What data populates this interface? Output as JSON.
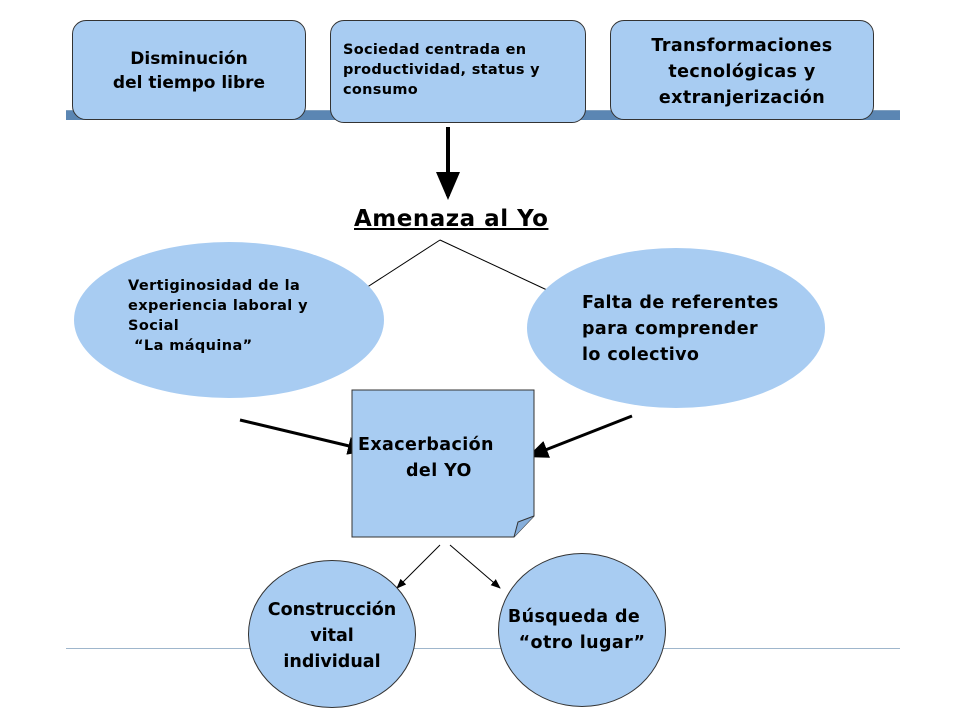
{
  "top_boxes": [
    {
      "lines": [
        "Disminución",
        "del tiempo libre"
      ]
    },
    {
      "lines": [
        "Sociedad centrada en",
        "productividad, status y",
        "consumo"
      ]
    },
    {
      "lines": [
        "Transformaciones",
        "tecnológicas y",
        "extranjerización"
      ]
    }
  ],
  "center_title": "Amenaza al Yo",
  "left_ellipse": {
    "lines": [
      "Vertiginosidad de la",
      "experiencia laboral y",
      "Social",
      "“La máquina”"
    ]
  },
  "right_ellipse": {
    "lines": [
      "Falta de referentes",
      "para comprender",
      "lo colectivo"
    ]
  },
  "note_box": {
    "lines": [
      "Exacerbación",
      "del YO"
    ]
  },
  "bottom_left": {
    "lines": [
      "Construcción",
      "vital",
      "individual"
    ]
  },
  "bottom_right": {
    "lines": [
      "Búsqueda de",
      "“otro lugar”"
    ]
  },
  "colors": {
    "fill": "#a8ccf2",
    "accent_line": "#4f7fad"
  }
}
